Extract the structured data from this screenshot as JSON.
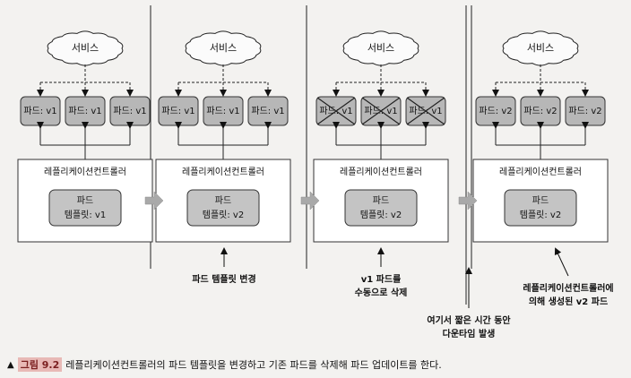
{
  "stages": [
    {
      "service": "서비스",
      "pods": [
        "파드: v1",
        "파드: v1",
        "파드: v1"
      ],
      "deleted": false,
      "controller": "레플리케이션컨트롤러",
      "template_line1": "파드",
      "template_line2": "템플릿: v1"
    },
    {
      "service": "서비스",
      "pods": [
        "파드: v1",
        "파드: v1",
        "파드: v1"
      ],
      "deleted": false,
      "controller": "레플리케이션컨트롤러",
      "template_line1": "파드",
      "template_line2": "템플릿: v2"
    },
    {
      "service": "서비스",
      "pods": [
        "파드: v1",
        "파드: v1",
        "파드: v1"
      ],
      "deleted": true,
      "controller": "레플리케이션컨트롤러",
      "template_line1": "파드",
      "template_line2": "템플릿: v2"
    },
    {
      "service": "서비스",
      "pods": [
        "파드: v2",
        "파드: v2",
        "파드: v2"
      ],
      "deleted": false,
      "controller": "레플리케이션컨트롤러",
      "template_line1": "파드",
      "template_line2": "템플릿: v2"
    }
  ],
  "annotations": [
    {
      "lines": [
        "파드 템플릿 변경"
      ]
    },
    {
      "lines": [
        "v1 파드를",
        "수동으로 삭제"
      ]
    },
    {
      "lines": [
        "여기서 짧은 시간 동안",
        "다운타임 발생"
      ]
    },
    {
      "lines": [
        "레플리케이션컨트롤러에",
        "의해 생성된 v2 파드"
      ]
    }
  ],
  "caption": {
    "figure": "그림 9.2",
    "text": "레플리케이션컨트롤러의 파드 템플릿을 변경하고 기존 파드를 삭제해 파드 업데이트를 한다."
  },
  "colors": {
    "pod_fill": "#b7b7b7",
    "template_fill": "#c4c4c4",
    "panel_fill": "#ffffff",
    "arrow_fill": "#a9a9a9",
    "figure_badge": "#e8b9b6"
  }
}
